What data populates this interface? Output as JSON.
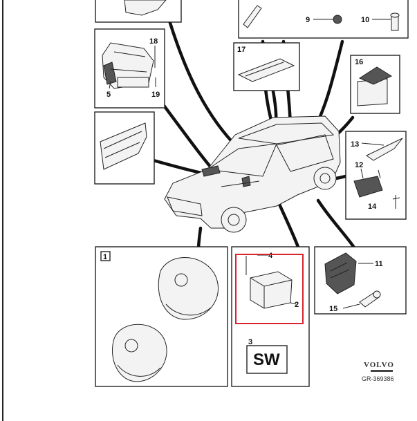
{
  "diagram": {
    "callouts": {
      "n1": "1",
      "n2": "2",
      "n3": "3",
      "n4": "4",
      "n5": "5",
      "n9": "9",
      "n10": "10",
      "n11": "11",
      "n12": "12",
      "n13": "13",
      "n14": "14",
      "n15": "15",
      "n16": "16",
      "n17": "17",
      "n18": "18",
      "n19": "19"
    },
    "switch_label": "SW",
    "brand_mark": "VOLVO",
    "drawing_code": "GR-369386",
    "highlight_color": "#d9232e"
  }
}
